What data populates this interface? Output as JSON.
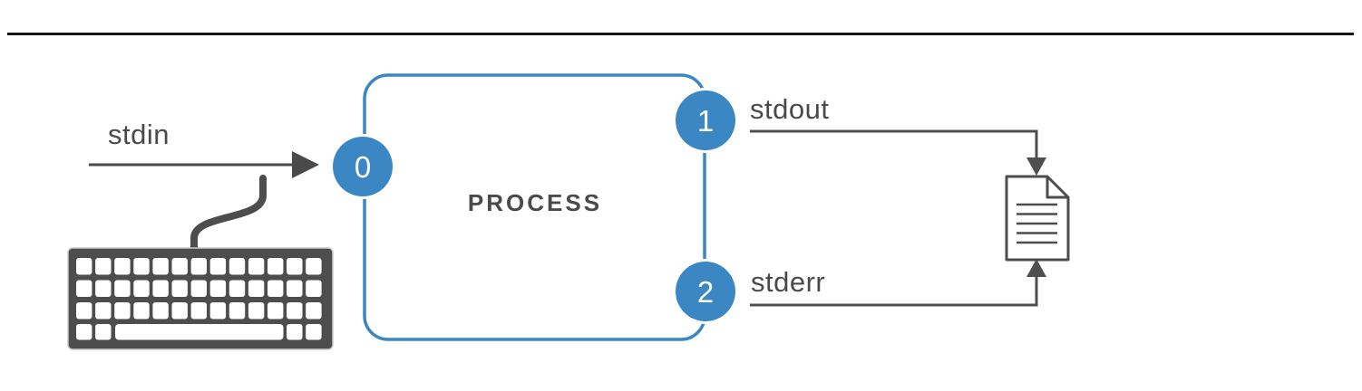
{
  "diagram": {
    "process_label": "PROCESS",
    "streams": {
      "stdin_label": "stdin",
      "stdout_label": "stdout",
      "stderr_label": "stderr"
    },
    "badges": {
      "fd0": "0",
      "fd1": "1",
      "fd2": "2"
    },
    "icons": {
      "input_source": "keyboard-icon",
      "output_target": "document-icon"
    },
    "colors": {
      "accent_blue": "#3a87c4",
      "dark_gray": "#4a4a4a",
      "rule_black": "#151515"
    }
  }
}
